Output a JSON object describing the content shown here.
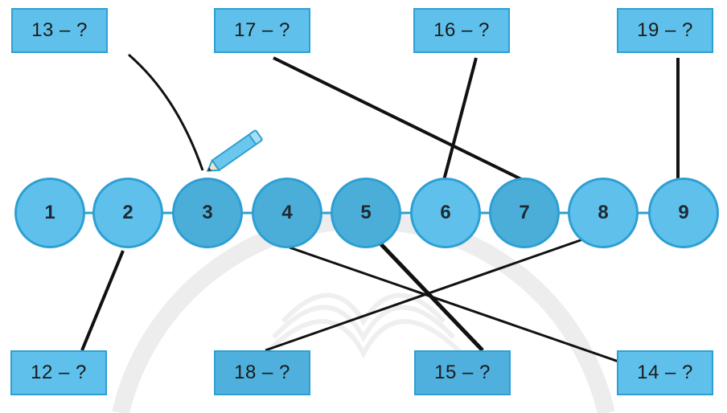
{
  "colors": {
    "bead_fill": "#5fc1eb",
    "bead_fill_dark": "#4aaed9",
    "bead_stroke": "#2e9fd2",
    "card_fill": "#5fc1eb",
    "line": "#111111"
  },
  "beads": [
    "1",
    "2",
    "3",
    "4",
    "5",
    "6",
    "7",
    "8",
    "9"
  ],
  "cards": {
    "top": [
      "13 – ?",
      "17 – ?",
      "16 – ?",
      "19 – ?"
    ],
    "bottom": [
      "12 – ?",
      "18 – ?",
      "15 – ?",
      "14 – ?"
    ]
  },
  "connections": [
    {
      "card": "13 – ?",
      "bead": "3"
    },
    {
      "card": "17 – ?",
      "bead": "7"
    },
    {
      "card": "16 – ?",
      "bead": "6"
    },
    {
      "card": "19 – ?",
      "bead": "9"
    },
    {
      "card": "12 – ?",
      "bead": "2"
    },
    {
      "card": "18 – ?",
      "bead": "8"
    },
    {
      "card": "15 – ?",
      "bead": "5"
    },
    {
      "card": "14 – ?",
      "bead": "4"
    }
  ],
  "icons": {
    "pencil": "pencil-icon",
    "watermark": "open-book-emblem"
  }
}
